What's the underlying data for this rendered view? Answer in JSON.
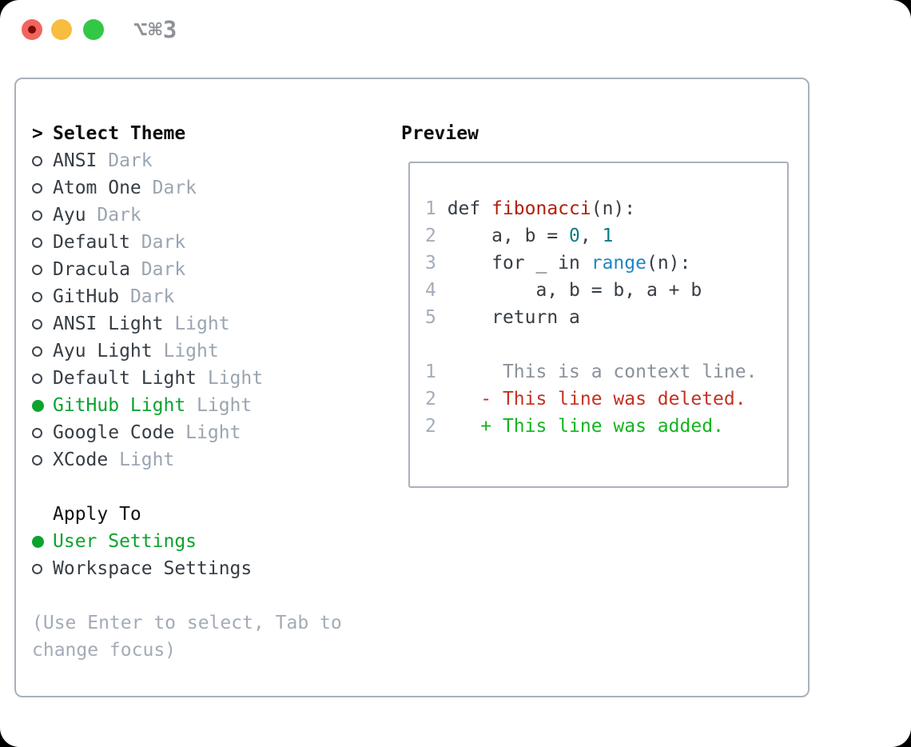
{
  "window": {
    "title": "⌥⌘3",
    "traffic_lights": [
      {
        "name": "close",
        "color": "#f2655e",
        "has_dot": true
      },
      {
        "name": "minimize",
        "color": "#f7bd40",
        "has_dot": false
      },
      {
        "name": "maximize",
        "color": "#33c748",
        "has_dot": false
      }
    ]
  },
  "colors": {
    "accent_green": "#0ba32f",
    "panel_border": "#a9b1bb",
    "header_text": "#0c0d0e",
    "item_text": "#363d44",
    "tag_text": "#9aa5b1",
    "hint_text": "#a3abb7"
  },
  "theme_picker": {
    "header": {
      "marker": ">",
      "label": "Select Theme"
    },
    "themes": [
      {
        "name": "ANSI",
        "tag": "Dark",
        "selected": false
      },
      {
        "name": "Atom One",
        "tag": "Dark",
        "selected": false
      },
      {
        "name": "Ayu",
        "tag": "Dark",
        "selected": false
      },
      {
        "name": "Default",
        "tag": "Dark",
        "selected": false
      },
      {
        "name": "Dracula",
        "tag": "Dark",
        "selected": false
      },
      {
        "name": "GitHub",
        "tag": "Dark",
        "selected": false
      },
      {
        "name": "ANSI Light",
        "tag": "Light",
        "selected": false
      },
      {
        "name": "Ayu Light",
        "tag": "Light",
        "selected": false
      },
      {
        "name": "Default Light",
        "tag": "Light",
        "selected": false
      },
      {
        "name": "GitHub Light",
        "tag": "Light",
        "selected": true
      },
      {
        "name": "Google Code",
        "tag": "Light",
        "selected": false
      },
      {
        "name": "XCode",
        "tag": "Light",
        "selected": false
      }
    ],
    "apply_to": {
      "label": "Apply To",
      "options": [
        {
          "name": "User Settings",
          "selected": true
        },
        {
          "name": "Workspace Settings",
          "selected": false
        }
      ]
    },
    "hint_lines": [
      "(Use Enter to select, Tab to",
      "change focus)"
    ]
  },
  "preview": {
    "title": "Preview",
    "token_colors": {
      "num": "#a3adba",
      "dark": "#363d44",
      "red": "#b1200e",
      "teal": "#0b7d84",
      "blue": "#1e86c4",
      "ctx": "#8a919a",
      "del": "#c43122",
      "add": "#13b41f"
    },
    "lines": [
      [
        {
          "t": "1 ",
          "c": "num"
        },
        {
          "t": "def ",
          "c": "dark"
        },
        {
          "t": "fibonacci",
          "c": "red"
        },
        {
          "t": "(n):",
          "c": "dark"
        }
      ],
      [
        {
          "t": "2 ",
          "c": "num"
        },
        {
          "t": "    a, b = ",
          "c": "dark"
        },
        {
          "t": "0",
          "c": "teal"
        },
        {
          "t": ", ",
          "c": "dark"
        },
        {
          "t": "1",
          "c": "teal"
        }
      ],
      [
        {
          "t": "3 ",
          "c": "num"
        },
        {
          "t": "    for _ in ",
          "c": "dark"
        },
        {
          "t": "range",
          "c": "blue"
        },
        {
          "t": "(n):",
          "c": "dark"
        }
      ],
      [
        {
          "t": "4 ",
          "c": "num"
        },
        {
          "t": "        a, b = b, a + b",
          "c": "dark"
        }
      ],
      [
        {
          "t": "5 ",
          "c": "num"
        },
        {
          "t": "    return a",
          "c": "dark"
        }
      ],
      [],
      [
        {
          "t": "1",
          "c": "num"
        },
        {
          "t": "      This is a context line.",
          "c": "ctx"
        }
      ],
      [
        {
          "t": "2",
          "c": "num"
        },
        {
          "t": "    - This line was deleted.",
          "c": "del"
        }
      ],
      [
        {
          "t": "2",
          "c": "num"
        },
        {
          "t": "    + This line was added.",
          "c": "add"
        }
      ]
    ]
  }
}
